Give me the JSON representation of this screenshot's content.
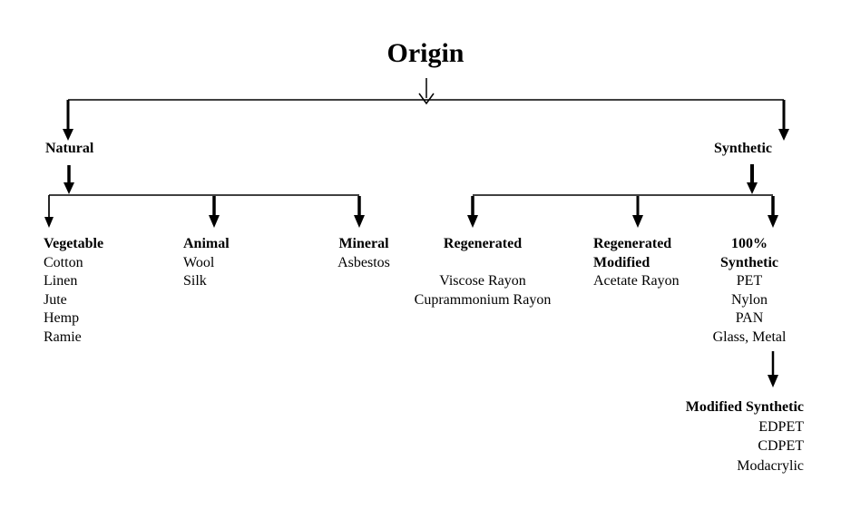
{
  "title": "Origin",
  "branches": {
    "natural": {
      "label": "Natural"
    },
    "synthetic": {
      "label": "Synthetic"
    }
  },
  "natural_children": [
    {
      "header": "Vegetable",
      "items": [
        "Cotton",
        "Linen",
        "Jute",
        "Hemp",
        "Ramie"
      ]
    },
    {
      "header": "Animal",
      "items": [
        "Wool",
        "Silk"
      ]
    },
    {
      "header": "Mineral",
      "items": [
        "Asbestos"
      ]
    }
  ],
  "synthetic_children": [
    {
      "header_lines": [
        "Regenerated"
      ],
      "items": [
        "Viscose Rayon",
        "Cuprammonium Rayon"
      ]
    },
    {
      "header_lines": [
        "Regenerated",
        "Modified"
      ],
      "items": [
        "Acetate Rayon"
      ]
    },
    {
      "header_lines": [
        "100%",
        "Synthetic"
      ],
      "items": [
        "PET",
        "Nylon",
        "PAN",
        "Glass, Metal"
      ]
    }
  ],
  "modified_synthetic": {
    "header": "Modified Synthetic",
    "items": [
      "EDPET",
      "CDPET",
      "Modacrylic"
    ]
  },
  "colors": {
    "line": "#000000",
    "background": "#ffffff",
    "text": "#000000"
  }
}
